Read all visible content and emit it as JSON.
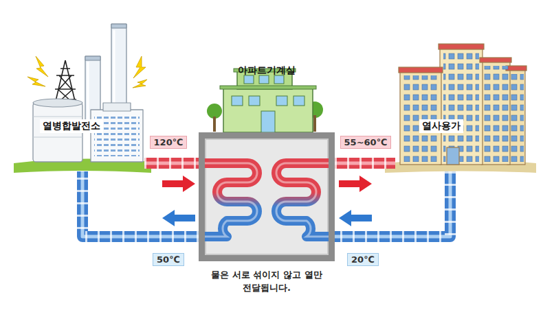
{
  "diagram": {
    "nodes": [
      {
        "text": [
          "열병합발전소"
        ]
      },
      {
        "text": [
          "아파트기계실"
        ]
      },
      {
        "text": [
          "열사용가"
        ]
      }
    ],
    "edges": [
      {
        "from": 0,
        "to": 1,
        "arrow": "to",
        "label": "120℃"
      },
      {
        "from": 1,
        "to": 2,
        "arrow": "to",
        "label": "55~60℃"
      },
      {
        "from": 2,
        "to": 1,
        "arrow": "to",
        "label": "20℃"
      },
      {
        "from": 1,
        "to": 0,
        "arrow": "to",
        "label": "50℃"
      }
    ],
    "caption": "물은 서로 섞이지 않고 열만 전달됩니다."
  }
}
